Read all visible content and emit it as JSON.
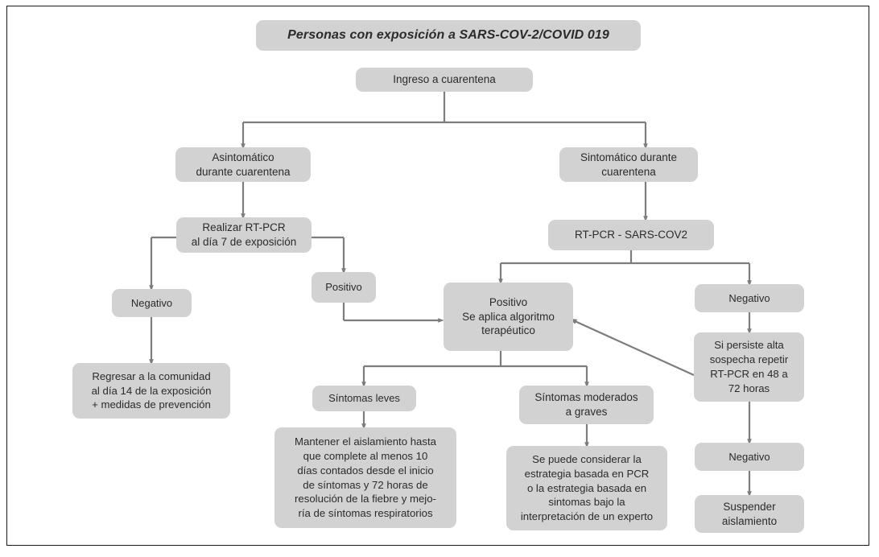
{
  "diagram": {
    "title": "Personas con exposición a SARS-COV-2/COVID 019",
    "language": "es",
    "colors": {
      "node_fill": "#d2d2d2",
      "connector": "#7d7d7d",
      "text": "#2b2b2b",
      "frame": "#1a1a1a",
      "background": "#ffffff"
    },
    "nodes": {
      "title": "Personas con exposición a SARS-COV-2/COVID 019",
      "quarantine_entry": "Ingreso a cuarentena",
      "asymptomatic": "Asintomático\ndurante cuarentena",
      "symptomatic": "Sintomático durante\ncuarentena",
      "do_rtpcr_day7": "Realizar RT-PCR\nal día 7 de exposición",
      "rtpcr_sarscov2": "RT-PCR - SARS-COV2",
      "left_negative": "Negativo",
      "left_positive": "Positivo",
      "return_community": "Regresar a la comunidad\nal día 14 de la exposición\n+ medidas de prevención",
      "positive_algorithm": "Positivo\nSe aplica algoritmo\nterapéutico",
      "right_negative": "Negativo",
      "repeat_rtpcr": "Si persiste alta\nsospecha repetir\nRT-PCR en 48 a\n72 horas",
      "mild_symptoms": "Síntomas leves",
      "moderate_severe_symptoms": "Síntomas moderados\na graves",
      "maintain_isolation": "Mantener el aislamiento hasta\nque complete al menos 10\ndías contados desde el inicio\nde síntomas y 72 horas de\nresolución de la fiebre y mejo-\nría de síntomas respiratorios",
      "consider_strategy": "Se puede considerar la\nestrategia basada en PCR\no la estrategia basada en\nsintomas bajo la\ninterpretación de un experto",
      "second_negative": "Negativo",
      "suspend_isolation": "Suspender\naislamiento"
    }
  }
}
